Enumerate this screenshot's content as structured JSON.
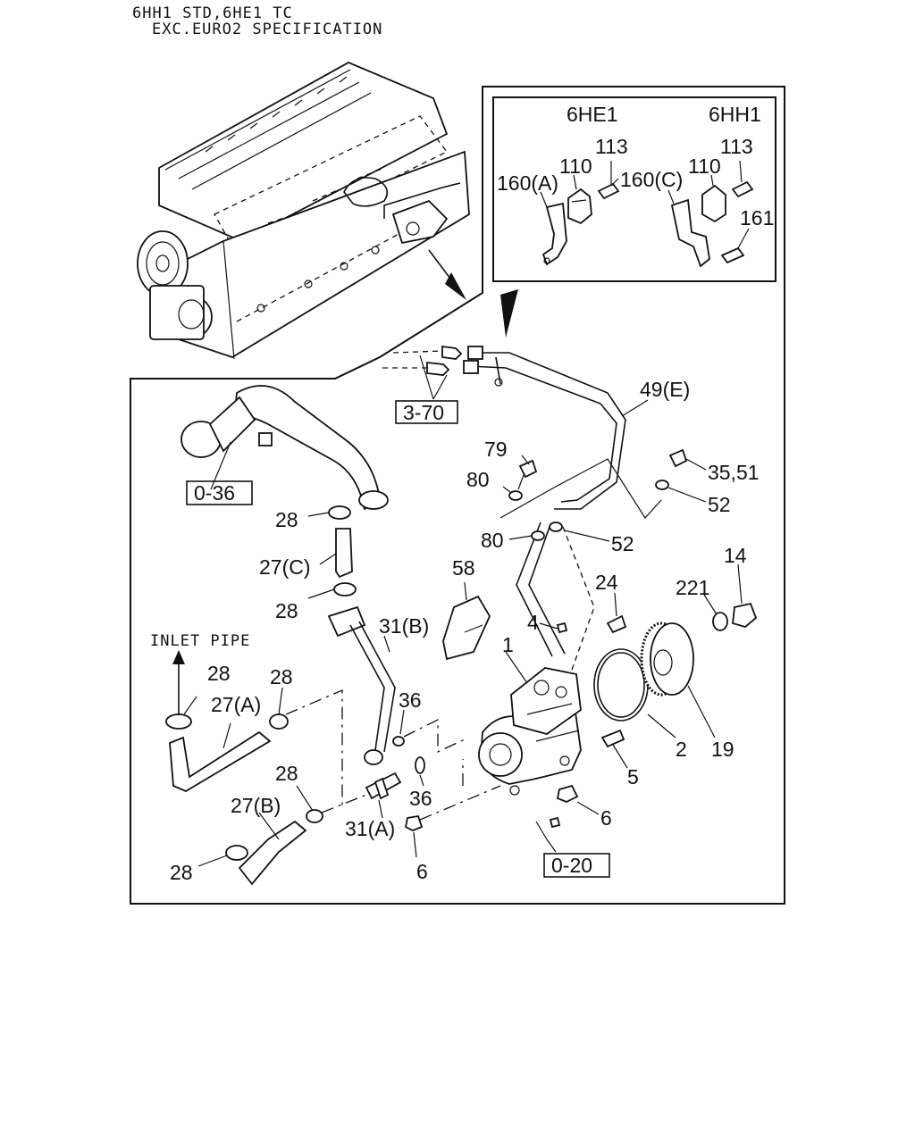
{
  "header": {
    "line1": "6HH1 STD,6HE1 TC",
    "line2": "EXC.EURO2 SPECIFICATION"
  },
  "inset": {
    "col_6he1": "6HE1",
    "col_6hh1": "6HH1",
    "callouts": {
      "p160a": "160(A)",
      "p110_a": "110",
      "p113_a": "113",
      "p160c": "160(C)",
      "p110_b": "110",
      "p113_b": "113",
      "p161": "161"
    }
  },
  "refs": {
    "r370": "3-70",
    "r036": "0-36",
    "r020": "0-20"
  },
  "inlet_pipe": "INLET PIPE",
  "callouts": {
    "p49e": "49(E)",
    "p79": "79",
    "p80a": "80",
    "p80b": "80",
    "p3551": "35,51",
    "p52a": "52",
    "p52b": "52",
    "p58": "58",
    "p24": "24",
    "p14": "14",
    "p221": "221",
    "p4": "4",
    "p1": "1",
    "p2": "2",
    "p19": "19",
    "p5": "5",
    "p6a": "6",
    "p6b": "6",
    "p28a": "28",
    "p28b": "28",
    "p28c": "28",
    "p28d": "28",
    "p28e": "28",
    "p28f": "28",
    "p27c": "27(C)",
    "p27a": "27(A)",
    "p27b": "27(B)",
    "p31b": "31(B)",
    "p31a": "31(A)",
    "p36a": "36",
    "p36b": "36"
  }
}
